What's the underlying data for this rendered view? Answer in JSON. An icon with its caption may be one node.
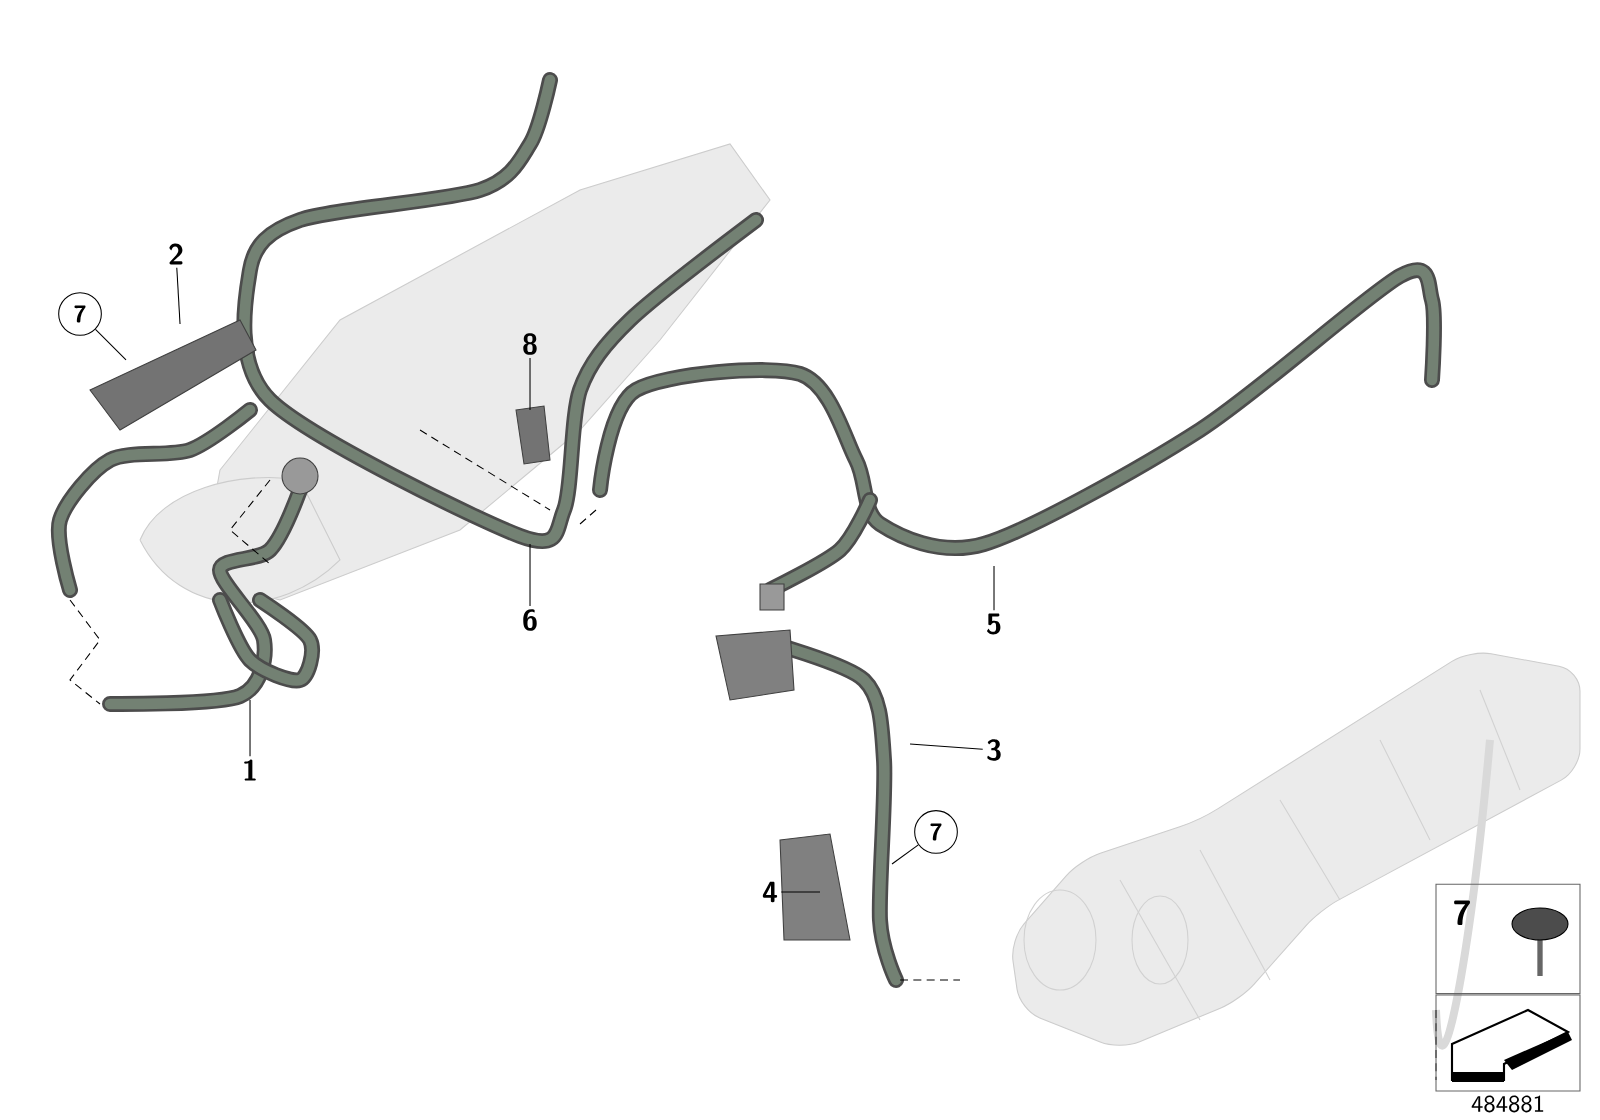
{
  "diagram": {
    "nodes": [
      {
        "text": [
          "2"
        ]
      },
      {
        "text": [
          "7"
        ]
      },
      {
        "text": [
          "8"
        ]
      },
      {
        "text": [
          "6"
        ]
      },
      {
        "text": [
          "5"
        ]
      },
      {
        "text": [
          "3"
        ]
      },
      {
        "text": [
          "7"
        ]
      },
      {
        "text": [
          "4"
        ]
      },
      {
        "text": [
          "1"
        ]
      },
      {
        "text": [
          "7"
        ]
      },
      {
        "text": [],
        "shape": "box"
      }
    ],
    "edges": [
      {
        "from": 0,
        "to": null,
        "arrow": "none"
      },
      {
        "from": 1,
        "to": null,
        "arrow": "none"
      },
      {
        "from": 2,
        "to": null,
        "arrow": "none"
      },
      {
        "from": 3,
        "to": null,
        "arrow": "none"
      },
      {
        "from": 4,
        "to": null,
        "arrow": "none"
      },
      {
        "from": 5,
        "to": null,
        "arrow": "none"
      },
      {
        "from": 6,
        "to": null,
        "arrow": "none"
      },
      {
        "from": 7,
        "to": null,
        "arrow": "none"
      },
      {
        "from": 8,
        "to": null,
        "arrow": "none"
      }
    ],
    "labels": [
      "484881"
    ]
  }
}
